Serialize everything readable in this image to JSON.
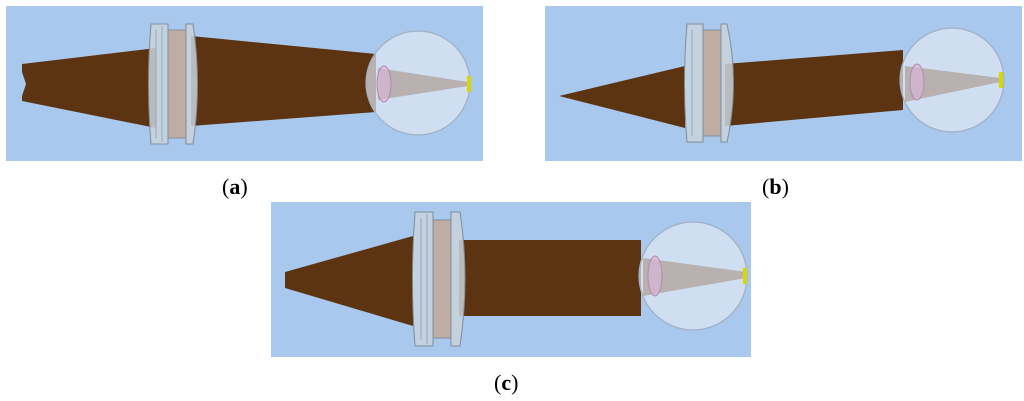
{
  "figure": {
    "panels": [
      {
        "id": "a",
        "caption_open": "(",
        "caption_label": "a",
        "caption_close": ")"
      },
      {
        "id": "b",
        "caption_open": "(",
        "caption_label": "b",
        "caption_close": ")"
      },
      {
        "id": "c",
        "caption_open": "(",
        "caption_label": "c",
        "caption_close": ")"
      }
    ],
    "colors": {
      "background": "#a9c8ee",
      "ray_bundle": "#5c3412",
      "lens_glass": "#c9d3dc",
      "lens_edge": "#7f8d99",
      "eye_globe": "#dfe7f2",
      "retina_marker": "#d8d800"
    }
  }
}
